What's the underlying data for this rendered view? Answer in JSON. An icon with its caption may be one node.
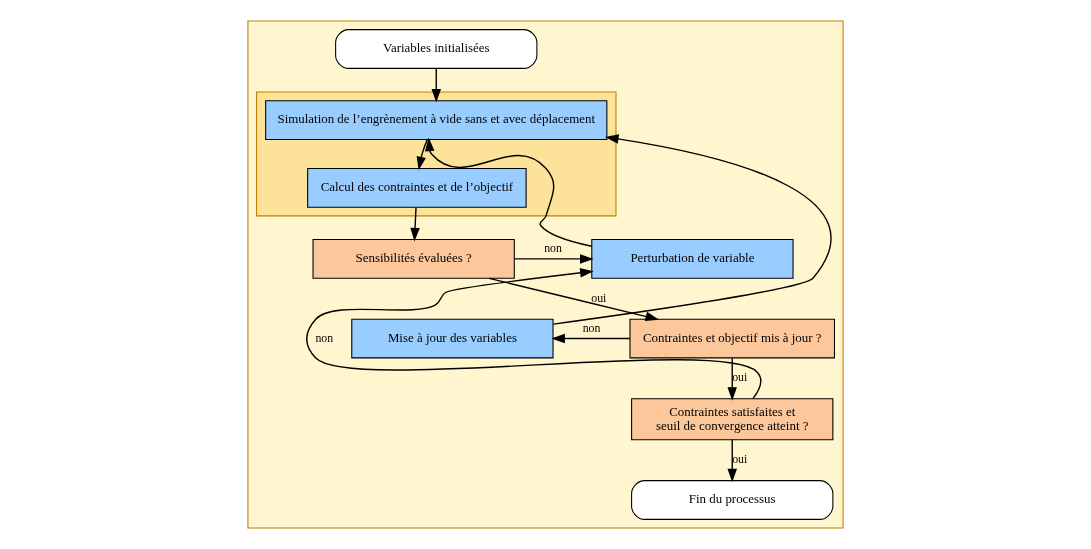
{
  "diagram": {
    "nodes": [
      {
        "text": [],
        "shape": "box"
      },
      {
        "text": [
          "Variables initialisées"
        ],
        "in": 0
      },
      {
        "text": [],
        "shape": "box",
        "in": 0
      },
      {
        "text": [
          "Simulation de l’engrènement à vide sans et avec déplacement"
        ],
        "in": 2
      },
      {
        "text": [
          "Calcul des contraintes et de l’objectif"
        ],
        "in": 2
      },
      {
        "text": [
          "Sensibilités évaluées ?"
        ],
        "in": 0
      },
      {
        "text": [
          "Perturbation de variable"
        ],
        "in": 0
      },
      {
        "text": [
          "Mise à jour des variables"
        ],
        "in": 0
      },
      {
        "text": [
          "Contraintes et objectif mis à jour ?"
        ],
        "in": 0
      },
      {
        "text": [
          "Contraintes satisfaites et seuil de convergence atteint ?"
        ],
        "in": 0
      },
      {
        "text": [
          "Fin du processus"
        ],
        "in": 0
      }
    ],
    "edges": [
      {
        "from": 1,
        "to": 3,
        "arrow": "to"
      },
      {
        "from": 3,
        "to": 4,
        "arrow": "to"
      },
      {
        "from": 4,
        "to": 5,
        "arrow": "to"
      },
      {
        "from": 5,
        "to": 6,
        "arrow": "to",
        "label": "non"
      },
      {
        "from": 5,
        "to": 8,
        "arrow": "to",
        "label": "oui"
      },
      {
        "from": 8,
        "to": 7,
        "arrow": "to",
        "label": "non"
      },
      {
        "from": 8,
        "to": 9,
        "arrow": "to",
        "label": "oui"
      },
      {
        "from": 9,
        "to": 6,
        "arrow": "to",
        "label": "non"
      },
      {
        "from": 9,
        "to": 10,
        "arrow": "to",
        "label": "oui"
      },
      {
        "from": 6,
        "to": 3,
        "arrow": "to"
      },
      {
        "from": 7,
        "to": 3,
        "arrow": "to"
      }
    ]
  }
}
